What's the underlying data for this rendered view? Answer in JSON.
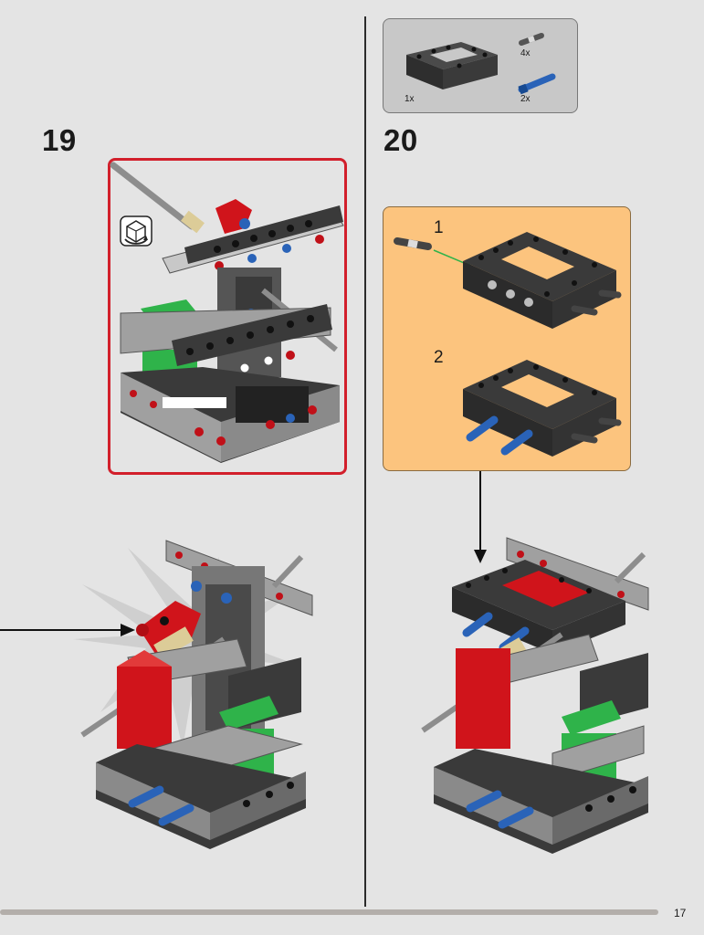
{
  "steps": [
    {
      "number": "19"
    },
    {
      "number": "20"
    }
  ],
  "parts_list": {
    "items": [
      {
        "part": "technic-brick-frame-black",
        "quantity": "1x"
      },
      {
        "part": "technic-pin-grey",
        "quantity": "4x"
      },
      {
        "part": "technic-axle-pin-blue",
        "quantity": "2x"
      }
    ]
  },
  "substeps": [
    {
      "number": "1"
    },
    {
      "number": "2"
    }
  ],
  "icons": [
    "rotate-model-icon"
  ],
  "colors": {
    "callout_border": "#d21f2b",
    "substep_background": "#fcc47e",
    "parts_background": "#c8c8c8",
    "brick_dark": "#3a3a3a",
    "brick_grey": "#a0a0a0",
    "brick_red": "#d0141b",
    "brick_green": "#2fb34a",
    "pin_blue": "#2a63b8",
    "tan": "#dccc98"
  },
  "footer": {
    "page_number": "17"
  }
}
